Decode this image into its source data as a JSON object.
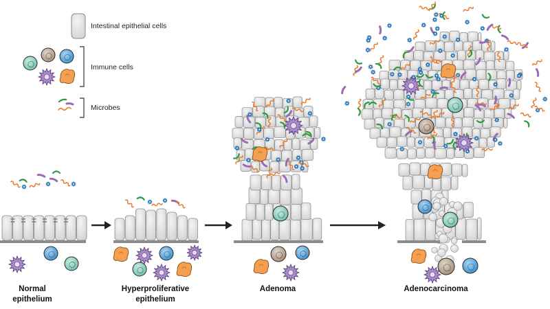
{
  "legend": {
    "epithelial": "Intestinal epithelial cells",
    "immune": "Immune cells",
    "microbes": "Microbes"
  },
  "stages": [
    {
      "line1": "Normal",
      "line2": "epithelium"
    },
    {
      "line1": "Hyperproliferative",
      "line2": "epithelium"
    },
    {
      "line1": "Adenoma",
      "line2": ""
    },
    {
      "line1": "Adenocarcinoma",
      "line2": ""
    }
  ],
  "colors": {
    "cell_fill": "#e4e4e4",
    "cell_stroke": "#8a8a8a",
    "membrane": "#8c8c8c",
    "arrow": "#222222",
    "immune_teal": "#8fd0c0",
    "immune_brown": "#b9a594",
    "immune_blue": "#5aaae0",
    "immune_purple": "#a98bc9",
    "immune_orange": "#f5a050",
    "microbe_green": "#2e9a46",
    "microbe_purple": "#9a6ab5",
    "microbe_orange": "#e87a2a",
    "microbe_blue": "#2a7fc8"
  }
}
